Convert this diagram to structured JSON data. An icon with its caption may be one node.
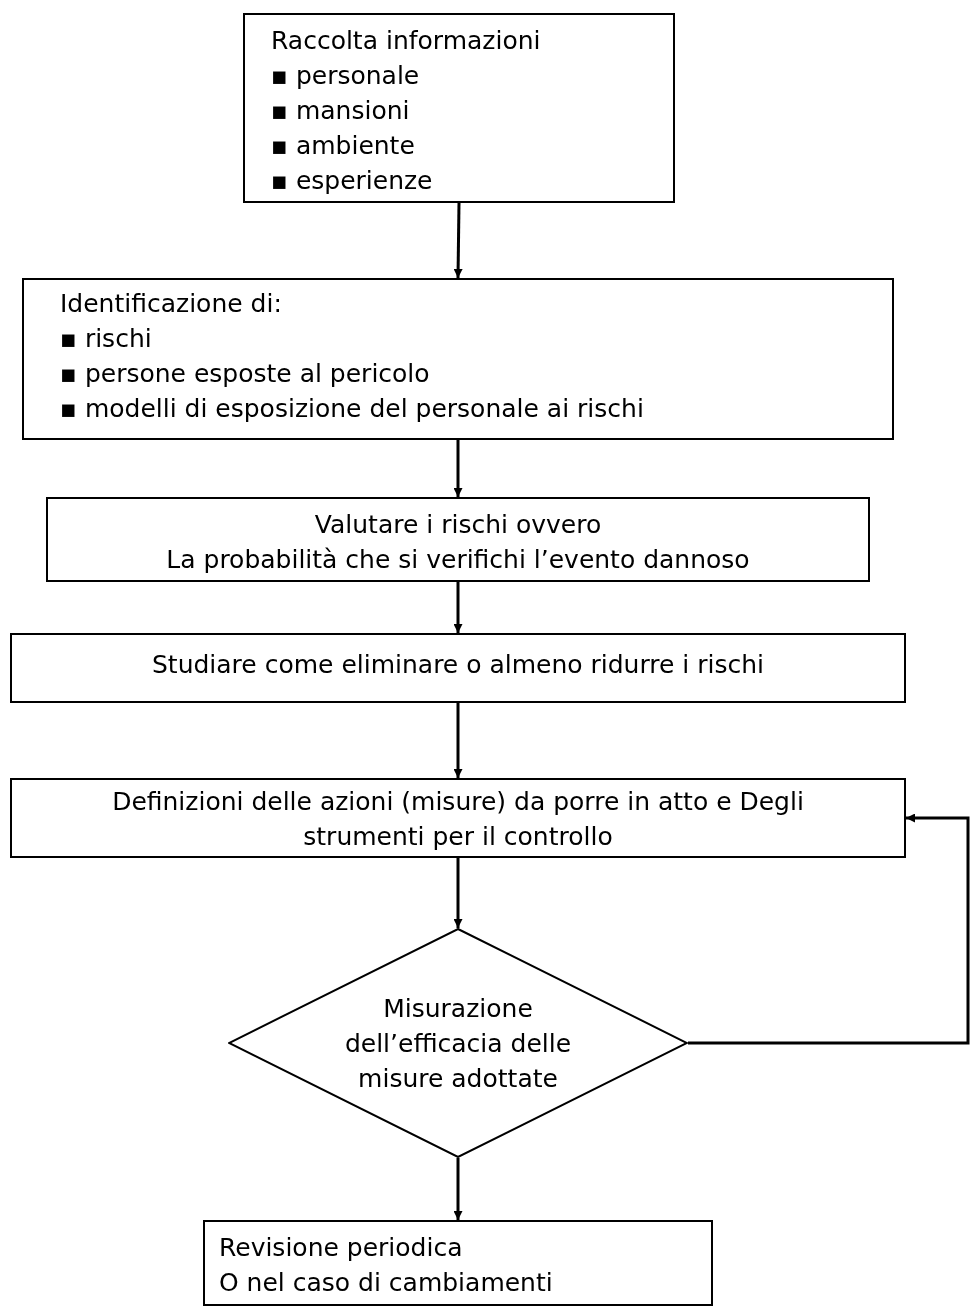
{
  "diagram": {
    "nodes": [
      {
        "text": [
          "Raccolta informazioni",
          "▪ personale",
          "▪ mansioni",
          "▪ ambiente",
          "▪ esperienze"
        ]
      },
      {
        "text": [
          "Identificazione di:",
          "▪ rischi",
          "▪ persone esposte al pericolo",
          "▪ modelli di esposizione del personale ai rischi"
        ]
      },
      {
        "text": [
          "Valutare i rischi ovvero",
          "La probabilità che si verifichi l’evento dannoso"
        ]
      },
      {
        "text": [
          "Studiare come eliminare o almeno ridurre i rischi"
        ]
      },
      {
        "text": [
          "Definizioni delle azioni (misure) da porre in atto e Degli strumenti per il controllo"
        ]
      },
      {
        "text": [
          "Misurazione dell’efficacia delle misure adottate"
        ]
      },
      {
        "text": [
          "Revisione periodica",
          "O nel caso di cambiamenti"
        ]
      }
    ],
    "edges": [
      {
        "from": 0,
        "to": 1,
        "arrow": "to"
      },
      {
        "from": 1,
        "to": 2,
        "arrow": "to"
      },
      {
        "from": 2,
        "to": 3,
        "arrow": "to"
      },
      {
        "from": 3,
        "to": 4,
        "arrow": "to"
      },
      {
        "from": 4,
        "to": 5,
        "arrow": "to"
      },
      {
        "from": 5,
        "to": 6,
        "arrow": "to"
      },
      {
        "from": 5,
        "to": 4,
        "arrow": "to"
      }
    ]
  }
}
